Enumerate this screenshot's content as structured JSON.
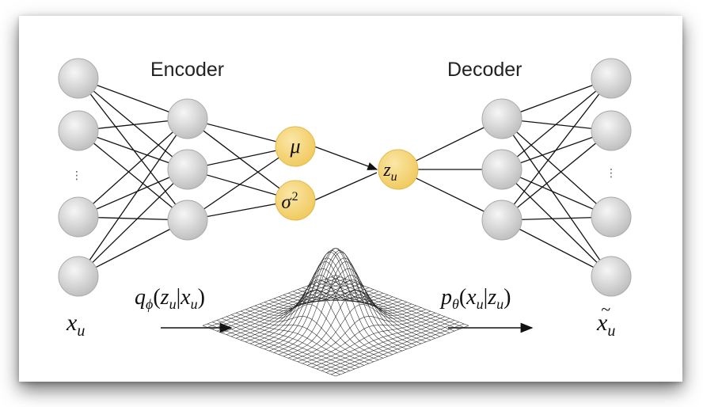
{
  "labels": {
    "encoder": "Encoder",
    "decoder": "Decoder",
    "mu": "μ",
    "sigma": "σ",
    "sigma_exp": "2",
    "z_main": "z",
    "z_sub": "u",
    "input_var": "x",
    "input_sub": "u",
    "output_var": "x",
    "output_sub": "u",
    "output_accent": "~",
    "ellipsis": "⋮"
  },
  "encoder_dist": {
    "q": "q",
    "q_sub": "ϕ",
    "paren_open": "(",
    "z": "z",
    "z_sub": "u",
    "bar": "|",
    "x": "x",
    "x_sub": "u",
    "paren_close": ")"
  },
  "decoder_dist": {
    "p": "p",
    "p_sub": "θ",
    "paren_open": "(",
    "x": "x",
    "x_sub": "u",
    "bar": "|",
    "z": "z",
    "z_sub": "u",
    "paren_close": ")"
  },
  "colors": {
    "neuron_fill_top": "#f2f2f2",
    "neuron_fill_bottom": "#bdbdbd",
    "latent_fill": "#f7d67a",
    "edge": "#111111"
  }
}
